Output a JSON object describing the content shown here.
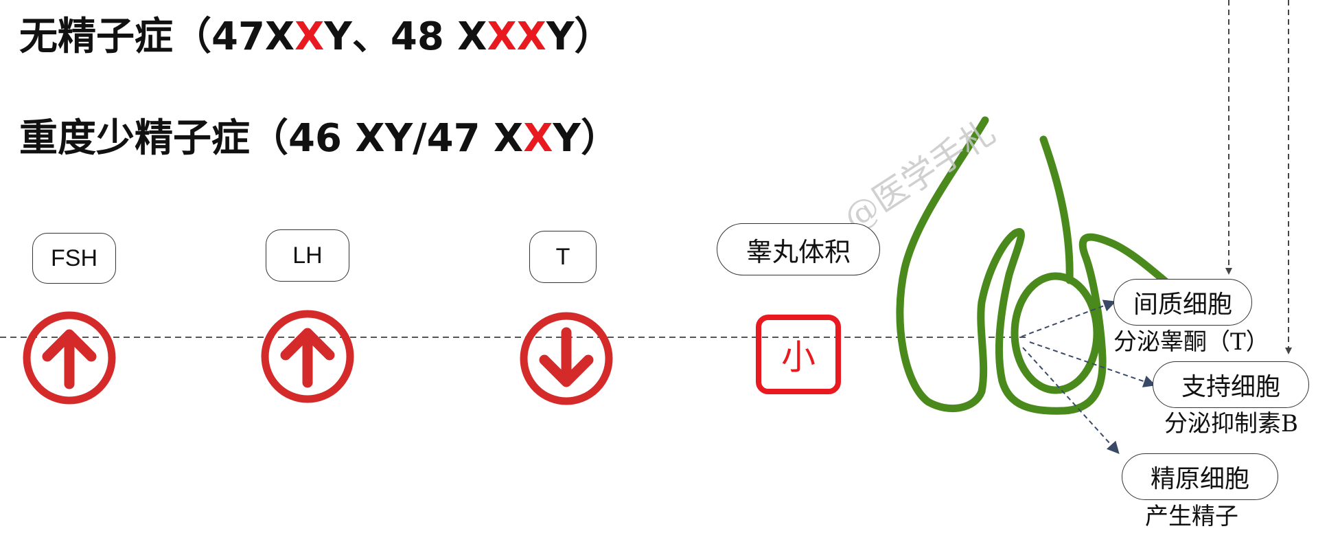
{
  "titles": {
    "line1": {
      "prefix": "无精子症（47X",
      "red1": "X",
      "mid": "Y、48 X",
      "red2": "XX",
      "suffix": "Y）"
    },
    "line2": {
      "prefix": "重度少精子症（46 XY/47 X",
      "red1": "X",
      "suffix": "Y）"
    }
  },
  "hormones": [
    {
      "label": "FSH",
      "direction": "up"
    },
    {
      "label": "LH",
      "direction": "up"
    },
    {
      "label": "T",
      "direction": "down"
    }
  ],
  "testis_volume": {
    "label": "睾丸体积",
    "value": "小"
  },
  "cells": {
    "leydig": {
      "label": "间质细胞",
      "caption": "分泌睾酮（T）"
    },
    "sertoli": {
      "label": "支持细胞",
      "caption": "分泌抑制素B"
    },
    "spermatogonia": {
      "label": "精原细胞",
      "caption": "产生精子"
    }
  },
  "watermark": "@医学手札",
  "colors": {
    "red": "#e8191f",
    "icon_red": "#d42a2a",
    "green": "#4a8a1c",
    "dash": "#555555",
    "arrow_dark": "#3a4a66"
  }
}
